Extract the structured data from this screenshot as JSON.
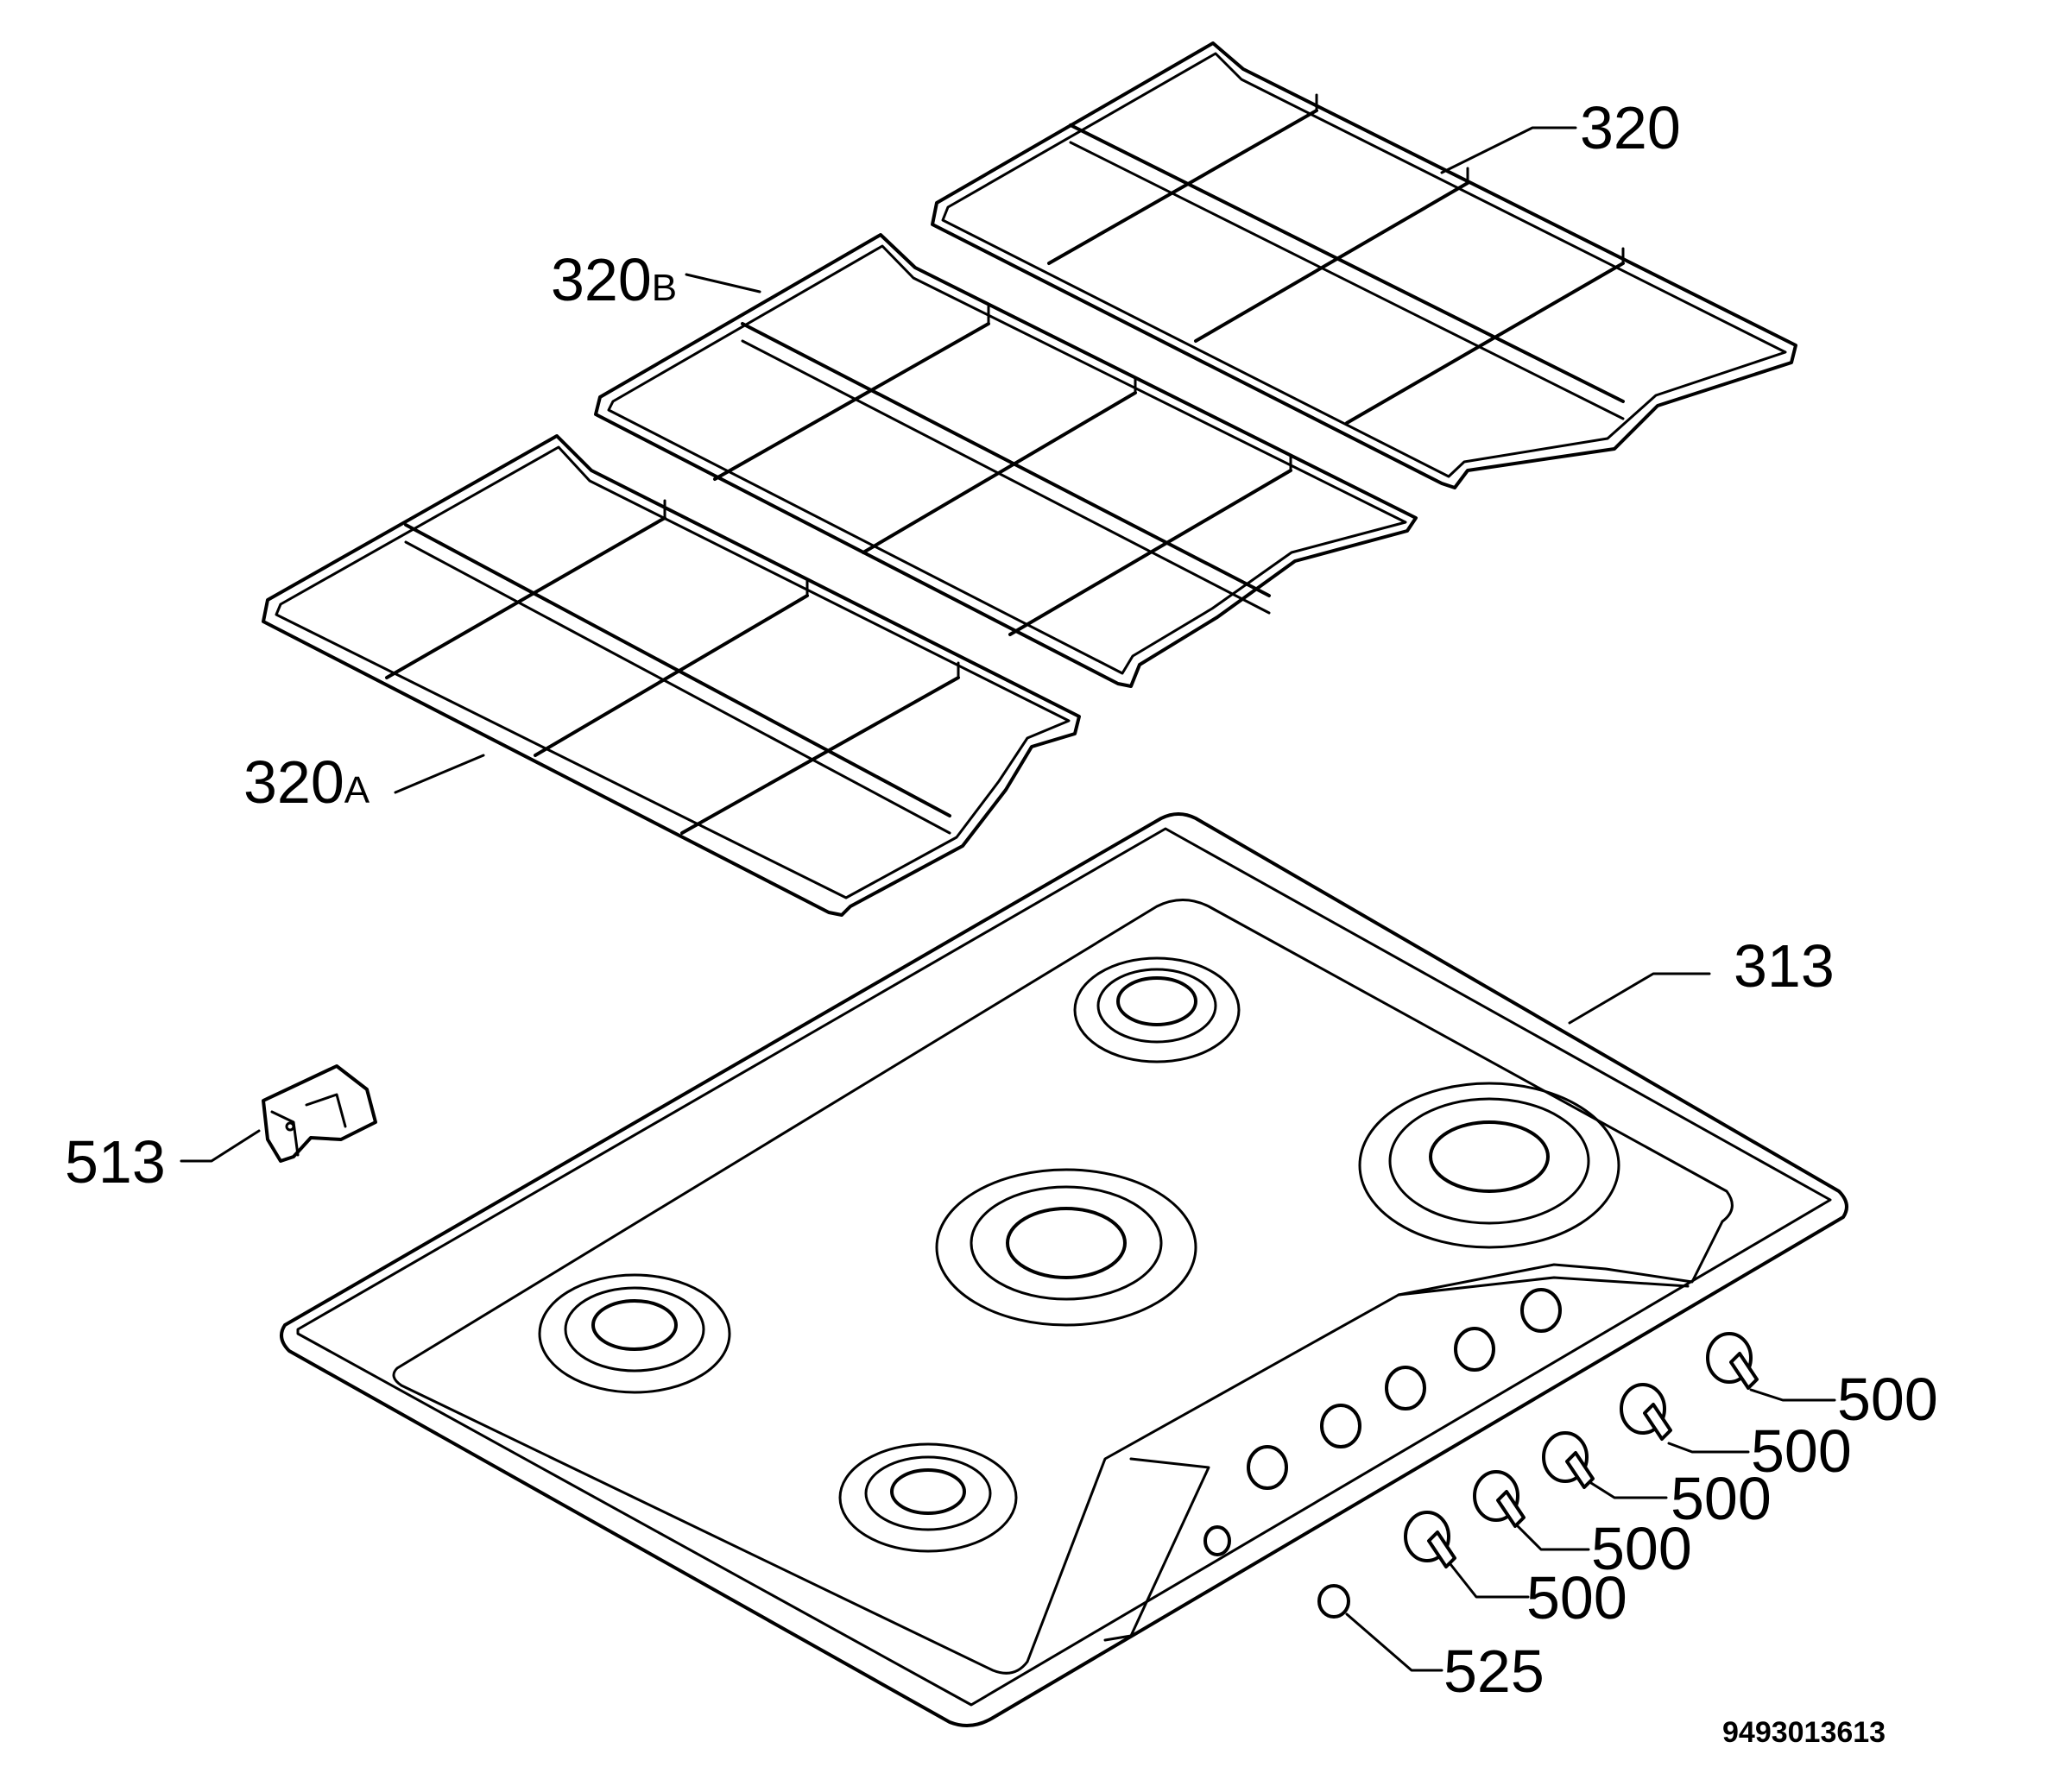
{
  "labels": {
    "grate_main": "320",
    "grate_b_num": "320",
    "grate_b_suffix": "B",
    "grate_a_num": "320",
    "grate_a_suffix": "A",
    "hob_top": "313",
    "clip": "513",
    "knob_1": "500",
    "knob_2": "500",
    "knob_3": "500",
    "knob_4": "500",
    "knob_5": "500",
    "button": "525"
  },
  "document_number": "9493013613"
}
